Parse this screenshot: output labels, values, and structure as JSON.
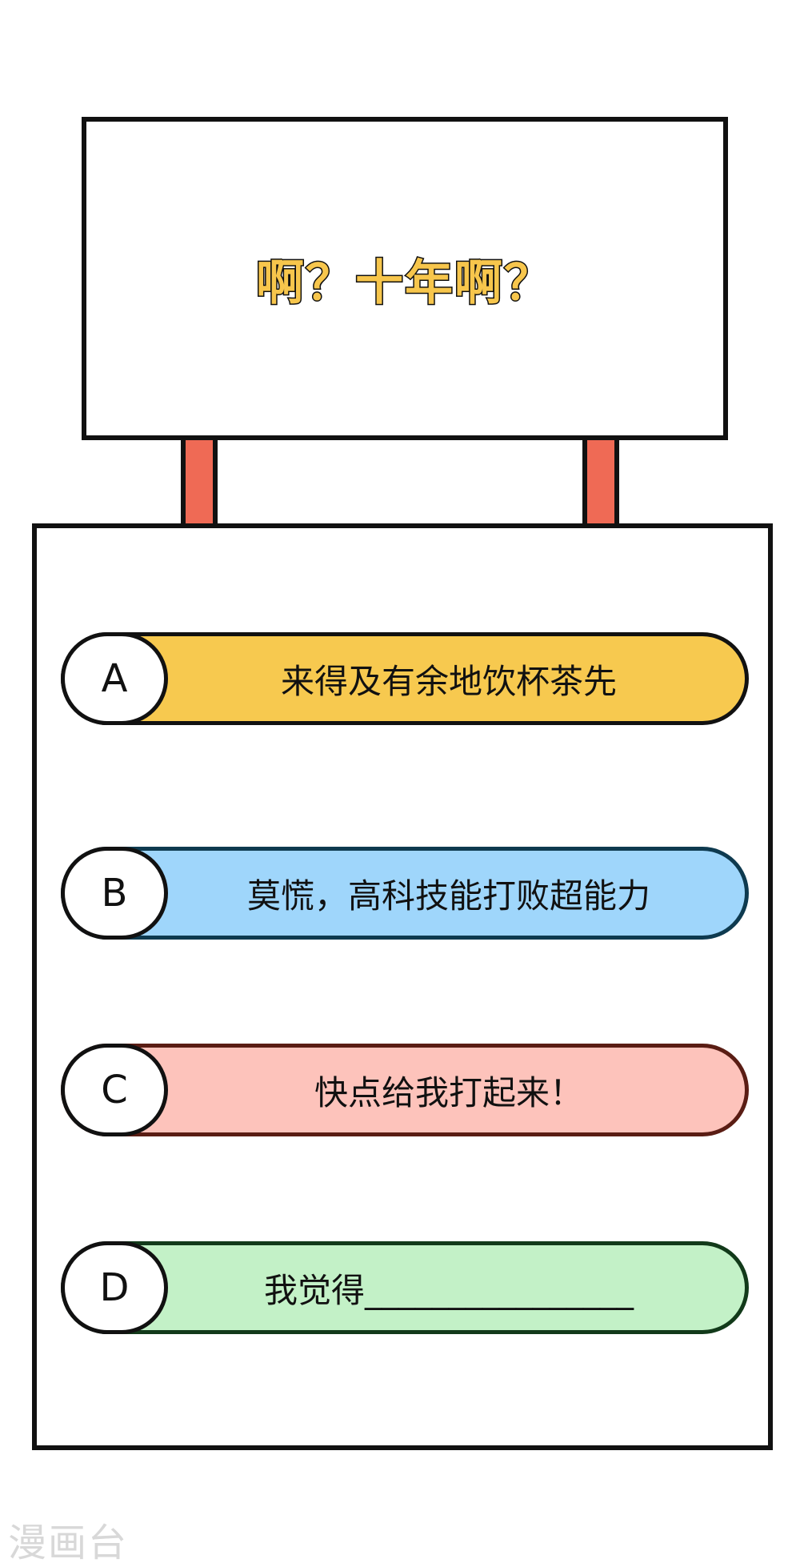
{
  "sign": {
    "text": "啊？十年啊？"
  },
  "options": [
    {
      "label": "A",
      "text": "来得及有余地饮杯茶先"
    },
    {
      "label": "B",
      "text": "莫慌，高科技能打败超能力"
    },
    {
      "label": "C",
      "text": "快点给我打起来！"
    },
    {
      "label": "D",
      "text": "我觉得________________"
    }
  ],
  "watermark": "漫画台",
  "colors": {
    "option_a": "#f7c94f",
    "option_b": "#9fd6fb",
    "option_c": "#fdc3bb",
    "option_d": "#c3f1c7",
    "sign_text": "#f7c64c",
    "posts": "#ef6a55"
  }
}
